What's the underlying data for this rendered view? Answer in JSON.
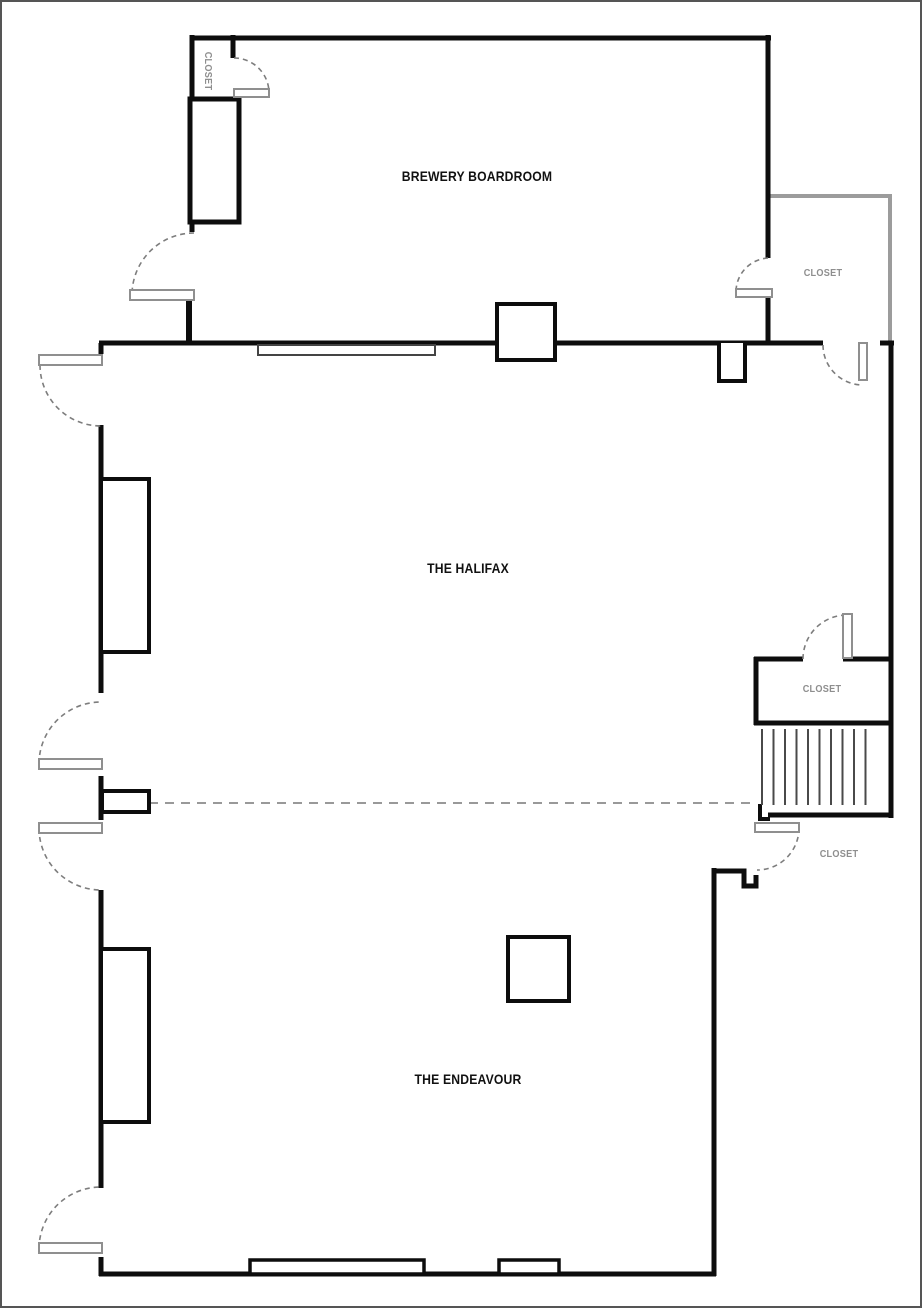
{
  "floor_plan": {
    "rooms": [
      {
        "id": "brewery-boardroom",
        "label": "BREWERY BOARDROOM"
      },
      {
        "id": "the-halifax",
        "label": "THE HALIFAX"
      },
      {
        "id": "the-endeavour",
        "label": "THE ENDEAVOUR"
      }
    ],
    "closets": [
      {
        "id": "closet-top-left",
        "label": "CLOSET"
      },
      {
        "id": "closet-top-right",
        "label": "CLOSET"
      },
      {
        "id": "closet-mid-right",
        "label": "CLOSET"
      },
      {
        "id": "closet-bottom-right",
        "label": "CLOSET"
      }
    ],
    "colors": {
      "wall": "#0d0d0d",
      "light_wall": "#9c9c9c",
      "door_leaf_outline": "#8f8f8f",
      "door_swing_dash": "#7d7d7d",
      "partition_dash": "#999999",
      "stair_tread": "#4a4a4a",
      "label_gray": "#8e8e8e",
      "label_black": "#111111"
    }
  }
}
